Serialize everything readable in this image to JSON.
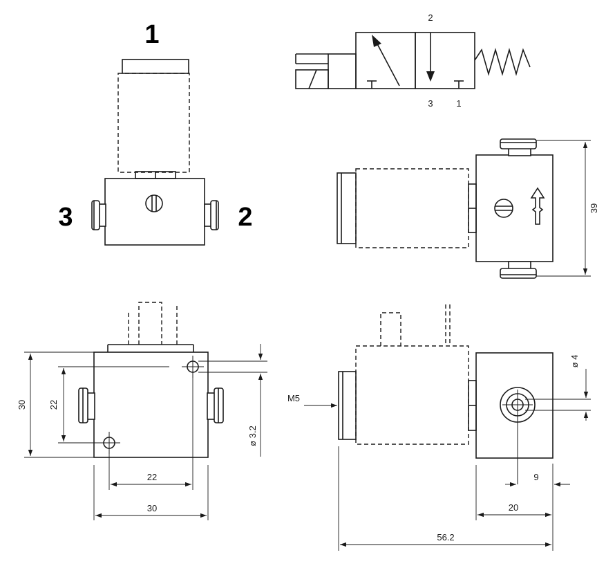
{
  "port_labels": {
    "p1": "1",
    "p2": "2",
    "p3": "3"
  },
  "symbol_labels": {
    "top": "2",
    "bottom_left": "3",
    "bottom_right": "1"
  },
  "dimensions": {
    "height_39": "39",
    "height_30": "30",
    "height_22": "22",
    "width_22": "22",
    "width_30": "30",
    "hole_dia": "ø 3.2",
    "thread": "M5",
    "port_dia": "ø 4",
    "port_offset": "9",
    "body_width": "20",
    "total_length": "56.2"
  }
}
